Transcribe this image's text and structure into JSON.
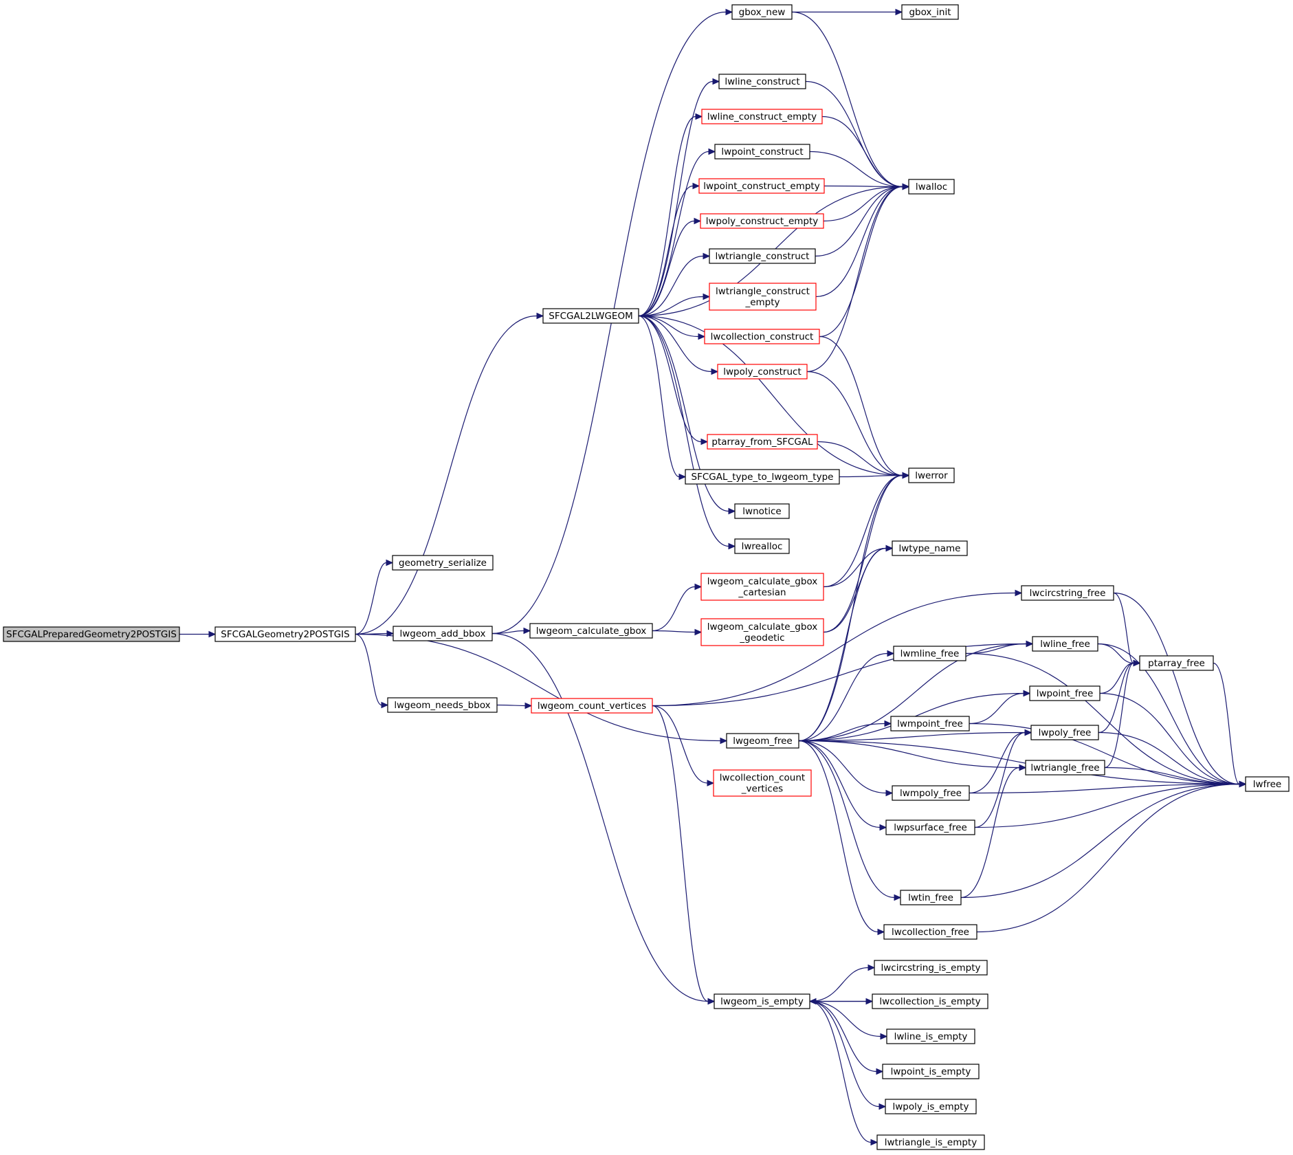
{
  "diagram": {
    "type": "call-graph",
    "colors": {
      "edge": "#191970",
      "root_fill": "#bfbfbf",
      "node_fill": "#ffffff",
      "node_border_normal": "#000000",
      "node_border_truncated": "#ff0000"
    },
    "nodes": [
      {
        "id": "root",
        "label": "SFCGALPreparedGeometry2POSTGIS",
        "style": "root"
      },
      {
        "id": "sfcgalgeom2pg",
        "label": "SFCGALGeometry2POSTGIS",
        "style": "normal"
      },
      {
        "id": "geom_serialize",
        "label": "geometry_serialize",
        "style": "normal"
      },
      {
        "id": "add_bbox",
        "label": "lwgeom_add_bbox",
        "style": "normal"
      },
      {
        "id": "needs_bbox",
        "label": "lwgeom_needs_bbox",
        "style": "normal"
      },
      {
        "id": "sfcgal2lw",
        "label": "SFCGAL2LWGEOM",
        "style": "normal"
      },
      {
        "id": "calc_gbox",
        "label": "lwgeom_calculate_gbox",
        "style": "normal"
      },
      {
        "id": "count_vertices",
        "label": "lwgeom_count_vertices",
        "style": "truncated"
      },
      {
        "id": "gbox_new",
        "label": "gbox_new",
        "style": "normal"
      },
      {
        "id": "gbox_init",
        "label": "gbox_init",
        "style": "normal"
      },
      {
        "id": "line_construct",
        "label": "lwline_construct",
        "style": "normal"
      },
      {
        "id": "line_construct_empty",
        "label": "lwline_construct_empty",
        "style": "truncated"
      },
      {
        "id": "point_construct",
        "label": "lwpoint_construct",
        "style": "normal"
      },
      {
        "id": "point_construct_empty",
        "label": "lwpoint_construct_empty",
        "style": "truncated"
      },
      {
        "id": "poly_construct_empty",
        "label": "lwpoly_construct_empty",
        "style": "truncated"
      },
      {
        "id": "triangle_construct",
        "label": "lwtriangle_construct",
        "style": "normal"
      },
      {
        "id": "triangle_construct_empty",
        "label": "lwtriangle_construct\n_empty",
        "style": "truncated"
      },
      {
        "id": "collection_construct",
        "label": "lwcollection_construct",
        "style": "truncated"
      },
      {
        "id": "poly_construct",
        "label": "lwpoly_construct",
        "style": "truncated"
      },
      {
        "id": "ptarray_from",
        "label": "ptarray_from_SFCGAL",
        "style": "truncated"
      },
      {
        "id": "type_to",
        "label": "SFCGAL_type_to_lwgeom_type",
        "style": "normal"
      },
      {
        "id": "lwnotice",
        "label": "lwnotice",
        "style": "normal"
      },
      {
        "id": "lwrealloc",
        "label": "lwrealloc",
        "style": "normal"
      },
      {
        "id": "lwalloc",
        "label": "lwalloc",
        "style": "normal"
      },
      {
        "id": "lwerror",
        "label": "lwerror",
        "style": "normal"
      },
      {
        "id": "lwtype_name",
        "label": "lwtype_name",
        "style": "normal"
      },
      {
        "id": "calc_gbox_cart",
        "label": "lwgeom_calculate_gbox\n_cartesian",
        "style": "truncated"
      },
      {
        "id": "calc_gbox_geod",
        "label": "lwgeom_calculate_gbox\n_geodetic",
        "style": "truncated"
      },
      {
        "id": "coll_count_vertices",
        "label": "lwcollection_count\n_vertices",
        "style": "truncated"
      },
      {
        "id": "lwgeom_free",
        "label": "lwgeom_free",
        "style": "normal"
      },
      {
        "id": "circstring_free",
        "label": "lwcircstring_free",
        "style": "normal"
      },
      {
        "id": "line_free",
        "label": "lwline_free",
        "style": "normal"
      },
      {
        "id": "mline_free",
        "label": "lwmline_free",
        "style": "normal"
      },
      {
        "id": "ptarray_free",
        "label": "ptarray_free",
        "style": "normal"
      },
      {
        "id": "point_free",
        "label": "lwpoint_free",
        "style": "normal"
      },
      {
        "id": "mpoint_free",
        "label": "lwmpoint_free",
        "style": "normal"
      },
      {
        "id": "poly_free",
        "label": "lwpoly_free",
        "style": "normal"
      },
      {
        "id": "triangle_free",
        "label": "lwtriangle_free",
        "style": "normal"
      },
      {
        "id": "lwfree",
        "label": "lwfree",
        "style": "normal"
      },
      {
        "id": "mpoly_free",
        "label": "lwmpoly_free",
        "style": "normal"
      },
      {
        "id": "psurface_free",
        "label": "lwpsurface_free",
        "style": "normal"
      },
      {
        "id": "tin_free",
        "label": "lwtin_free",
        "style": "normal"
      },
      {
        "id": "collection_free",
        "label": "lwcollection_free",
        "style": "normal"
      },
      {
        "id": "is_empty",
        "label": "lwgeom_is_empty",
        "style": "normal"
      },
      {
        "id": "circstring_is_empty",
        "label": "lwcircstring_is_empty",
        "style": "normal"
      },
      {
        "id": "collection_is_empty",
        "label": "lwcollection_is_empty",
        "style": "normal"
      },
      {
        "id": "line_is_empty",
        "label": "lwline_is_empty",
        "style": "normal"
      },
      {
        "id": "point_is_empty",
        "label": "lwpoint_is_empty",
        "style": "normal"
      },
      {
        "id": "poly_is_empty",
        "label": "lwpoly_is_empty",
        "style": "normal"
      },
      {
        "id": "triangle_is_empty",
        "label": "lwtriangle_is_empty",
        "style": "normal"
      }
    ],
    "edges": [
      [
        "root",
        "sfcgalgeom2pg"
      ],
      [
        "sfcgalgeom2pg",
        "geom_serialize"
      ],
      [
        "sfcgalgeom2pg",
        "add_bbox"
      ],
      [
        "sfcgalgeom2pg",
        "needs_bbox"
      ],
      [
        "sfcgalgeom2pg",
        "sfcgal2lw"
      ],
      [
        "sfcgalgeom2pg",
        "lwgeom_free"
      ],
      [
        "add_bbox",
        "calc_gbox"
      ],
      [
        "add_bbox",
        "gbox_new"
      ],
      [
        "add_bbox",
        "is_empty"
      ],
      [
        "needs_bbox",
        "count_vertices"
      ],
      [
        "sfcgal2lw",
        "line_construct"
      ],
      [
        "sfcgal2lw",
        "line_construct_empty"
      ],
      [
        "sfcgal2lw",
        "point_construct"
      ],
      [
        "sfcgal2lw",
        "point_construct_empty"
      ],
      [
        "sfcgal2lw",
        "poly_construct_empty"
      ],
      [
        "sfcgal2lw",
        "triangle_construct"
      ],
      [
        "sfcgal2lw",
        "triangle_construct_empty"
      ],
      [
        "sfcgal2lw",
        "collection_construct"
      ],
      [
        "sfcgal2lw",
        "poly_construct"
      ],
      [
        "sfcgal2lw",
        "ptarray_from"
      ],
      [
        "sfcgal2lw",
        "type_to"
      ],
      [
        "sfcgal2lw",
        "lwnotice"
      ],
      [
        "sfcgal2lw",
        "lwrealloc"
      ],
      [
        "sfcgal2lw",
        "lwalloc"
      ],
      [
        "sfcgal2lw",
        "lwerror"
      ],
      [
        "gbox_new",
        "gbox_init"
      ],
      [
        "gbox_new",
        "lwalloc"
      ],
      [
        "line_construct",
        "lwalloc"
      ],
      [
        "line_construct_empty",
        "lwalloc"
      ],
      [
        "point_construct",
        "lwalloc"
      ],
      [
        "point_construct_empty",
        "lwalloc"
      ],
      [
        "poly_construct_empty",
        "lwalloc"
      ],
      [
        "triangle_construct",
        "lwalloc"
      ],
      [
        "triangle_construct_empty",
        "lwalloc"
      ],
      [
        "collection_construct",
        "lwalloc"
      ],
      [
        "collection_construct",
        "lwerror"
      ],
      [
        "poly_construct",
        "lwalloc"
      ],
      [
        "poly_construct",
        "lwerror"
      ],
      [
        "ptarray_from",
        "lwerror"
      ],
      [
        "type_to",
        "lwerror"
      ],
      [
        "calc_gbox",
        "calc_gbox_cart"
      ],
      [
        "calc_gbox",
        "calc_gbox_geod"
      ],
      [
        "calc_gbox_cart",
        "lwerror"
      ],
      [
        "calc_gbox_cart",
        "lwtype_name"
      ],
      [
        "calc_gbox_geod",
        "lwerror"
      ],
      [
        "calc_gbox_geod",
        "lwtype_name"
      ],
      [
        "count_vertices",
        "circstring_free"
      ],
      [
        "count_vertices",
        "coll_count_vertices"
      ],
      [
        "count_vertices",
        "is_empty"
      ],
      [
        "count_vertices",
        "line_free"
      ],
      [
        "lwgeom_free",
        "lwtype_name"
      ],
      [
        "lwgeom_free",
        "lwerror"
      ],
      [
        "lwgeom_free",
        "line_free"
      ],
      [
        "lwgeom_free",
        "mline_free"
      ],
      [
        "lwgeom_free",
        "point_free"
      ],
      [
        "lwgeom_free",
        "mpoint_free"
      ],
      [
        "lwgeom_free",
        "poly_free"
      ],
      [
        "lwgeom_free",
        "triangle_free"
      ],
      [
        "lwgeom_free",
        "mpoly_free"
      ],
      [
        "lwgeom_free",
        "psurface_free"
      ],
      [
        "lwgeom_free",
        "tin_free"
      ],
      [
        "lwgeom_free",
        "collection_free"
      ],
      [
        "lwgeom_free",
        "lwfree"
      ],
      [
        "circstring_free",
        "ptarray_free"
      ],
      [
        "circstring_free",
        "lwfree"
      ],
      [
        "line_free",
        "ptarray_free"
      ],
      [
        "line_free",
        "lwfree"
      ],
      [
        "mline_free",
        "line_free"
      ],
      [
        "mline_free",
        "lwfree"
      ],
      [
        "point_free",
        "ptarray_free"
      ],
      [
        "point_free",
        "lwfree"
      ],
      [
        "mpoint_free",
        "point_free"
      ],
      [
        "mpoint_free",
        "lwfree"
      ],
      [
        "poly_free",
        "ptarray_free"
      ],
      [
        "poly_free",
        "lwfree"
      ],
      [
        "triangle_free",
        "ptarray_free"
      ],
      [
        "triangle_free",
        "lwfree"
      ],
      [
        "mpoly_free",
        "poly_free"
      ],
      [
        "mpoly_free",
        "lwfree"
      ],
      [
        "psurface_free",
        "poly_free"
      ],
      [
        "psurface_free",
        "lwfree"
      ],
      [
        "tin_free",
        "triangle_free"
      ],
      [
        "tin_free",
        "lwfree"
      ],
      [
        "collection_free",
        "lwfree"
      ],
      [
        "ptarray_free",
        "lwfree"
      ],
      [
        "is_empty",
        "circstring_is_empty"
      ],
      [
        "is_empty",
        "collection_is_empty"
      ],
      [
        "is_empty",
        "line_is_empty"
      ],
      [
        "is_empty",
        "point_is_empty"
      ],
      [
        "is_empty",
        "poly_is_empty"
      ],
      [
        "is_empty",
        "triangle_is_empty"
      ],
      [
        "collection_is_empty",
        "is_empty"
      ]
    ]
  }
}
